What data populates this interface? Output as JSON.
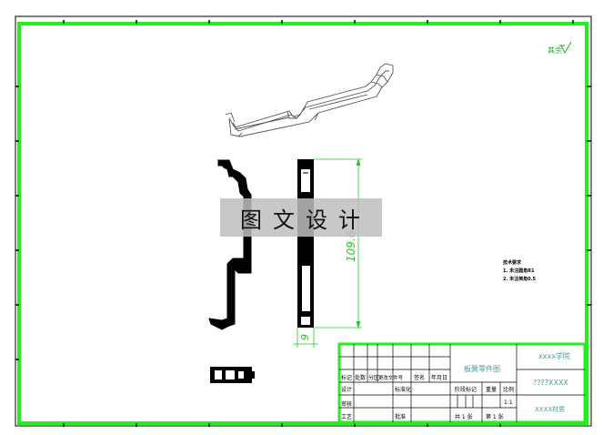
{
  "colors": {
    "frame": "#22ee22",
    "ink": "#000000",
    "dimension": "#22cc22",
    "title_text": "#4a9a9a"
  },
  "roughness_symbol": "其余",
  "dimensions": {
    "height": "109.6",
    "width": "9"
  },
  "technical_requirements": {
    "heading": "技术要求",
    "items": [
      "1. 未注圆角R1",
      "2. 未注倒角0.5"
    ]
  },
  "watermark": "图文设计",
  "title_block": {
    "school": "xxxx学院",
    "part_name": "板簧零件图",
    "drawing_no": "????XXXX",
    "material": "XXXX材质",
    "scale": "1:1",
    "headers": {
      "mark": "标记",
      "count": "处数",
      "zone": "分区",
      "change_doc": "更改文件号",
      "sign": "签名",
      "date": "年月日",
      "design": "设计",
      "standardize": "标准化",
      "stage_mark": "阶段标记",
      "weight": "重量",
      "scale_label": "比例",
      "review": "审核",
      "process": "工艺",
      "approve": "批准",
      "total_sheets": "共 1 张",
      "sheet_no": "第 1 张"
    }
  }
}
